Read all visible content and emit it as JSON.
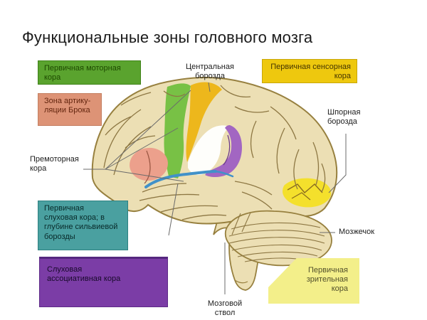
{
  "title": "Функциональные зоны головного мозга",
  "palette": {
    "motor_green": "#5aa32e",
    "broca_salmon": "#dd9376",
    "sensory_gold": "#eec80e",
    "auditory_teal": "#4aa0a0",
    "associative_purple": "#7b3da6",
    "visual_light_yellow": "#f3ef8a",
    "brain_cream": "#ecdfb4",
    "brain_outline_tan": "#97803f",
    "zone_green": "#72bf3f",
    "zone_orange": "#edb414",
    "zone_purple": "#a266c2",
    "zone_pink": "#eca08c",
    "sylvian_blue": "#4191c9",
    "visual_patch_yellow": "#f4e02c"
  },
  "boxes": {
    "motor": {
      "lines": [
        "Первичная моторная",
        "кора"
      ]
    },
    "broca": {
      "lines": [
        "Зона артику-",
        "ляции Брока"
      ]
    },
    "sensory": {
      "lines": [
        "Первичная сенсорная",
        "кора"
      ]
    },
    "auditory_primary": {
      "lines": [
        "Первичная",
        "слуховая кора; в",
        "глубине сильвиевой",
        "борозды"
      ]
    },
    "auditory_associative": {
      "lines": [
        "Слуховая",
        "ассоциативная кора"
      ]
    },
    "visual": {
      "lines": [
        "Первичная",
        "зрительная",
        "кора"
      ]
    }
  },
  "labels": {
    "central_sulcus": {
      "lines": [
        "Центральная",
        "борозда"
      ]
    },
    "calcarine_sulcus": {
      "lines": [
        "Шпорная",
        "борозда"
      ]
    },
    "premotor": {
      "lines": [
        "Премоторная",
        "кора"
      ]
    },
    "cerebellum": {
      "lines": [
        "Мозжечок"
      ]
    },
    "brainstem": {
      "lines": [
        "Мозговой",
        "ствол"
      ]
    }
  }
}
